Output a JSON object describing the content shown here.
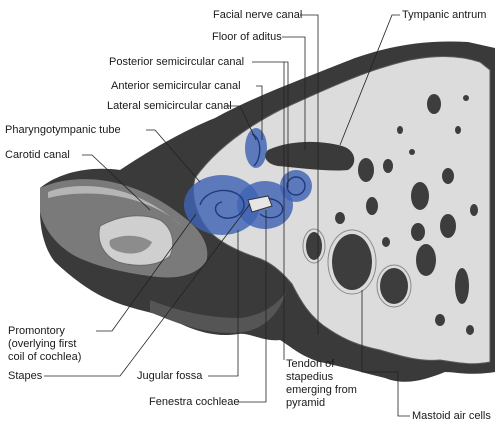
{
  "labels": {
    "facial_nerve_canal": "Facial nerve canal",
    "tympanic_antrum": "Tympanic antrum",
    "floor_of_aditus": "Floor of aditus",
    "posterior_semicircular_canal": "Posterior semicircular canal",
    "anterior_semicircular_canal": "Anterior semicircular canal",
    "lateral_semicircular_canal": "Lateral semicircular canal",
    "pharyngotympanic_tube": "Pharyngotympanic tube",
    "carotid_canal": "Carotid canal",
    "promontory_line1": "Promontory",
    "promontory_line2": "(overlying first",
    "promontory_line3": "coil of cochlea)",
    "stapes": "Stapes",
    "jugular_fossa": "Jugular fossa",
    "fenestra_cochleae": "Fenestra cochleae",
    "tendon_line1": "Tendon of",
    "tendon_line2": "stapedius",
    "tendon_line3": "emerging from",
    "tendon_line4": "pyramid",
    "mastoid_air_cells": "Mastoid air cells"
  },
  "colors": {
    "inner_ear_highlight": "#3f63b5",
    "bone_face": "#dcdcdc",
    "bone_shadow": "#4a4a4a",
    "leader_line": "#222222"
  }
}
